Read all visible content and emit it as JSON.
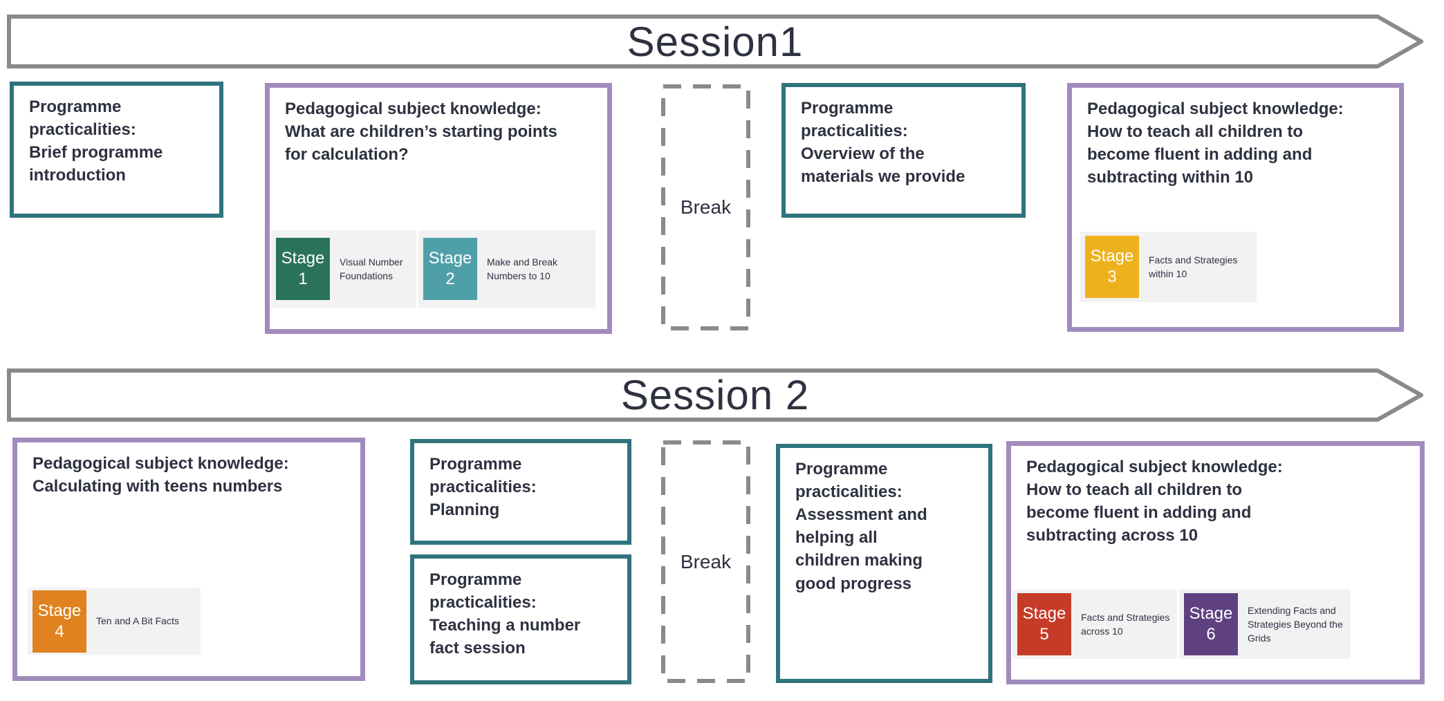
{
  "colors": {
    "background": "#ffffff",
    "text": "#2e3140",
    "banner_border": "#8a8a8a",
    "break_border": "#8a8a8a",
    "teal_border": "#2f747c",
    "purple_border": "#a18bbd",
    "chip_background": "#f2f2f3",
    "stage_text": "#ffffff"
  },
  "banners": {
    "session1": "Session1",
    "session2": "Session 2"
  },
  "break_label": "Break",
  "stage_word": "Stage",
  "stages": {
    "s1": {
      "number": "1",
      "name": "Visual Number Foundations",
      "color": "#2a7258"
    },
    "s2": {
      "number": "2",
      "name": "Make and Break Numbers to 10",
      "color": "#4f9fa8"
    },
    "s3": {
      "number": "3",
      "name": "Facts and Strategies within 10",
      "color": "#eeb11e"
    },
    "s4": {
      "number": "4",
      "name": "Ten and A Bit Facts",
      "color": "#e0821f"
    },
    "s5": {
      "number": "5",
      "name": "Facts and Strategies across 10",
      "color": "#c63b27"
    },
    "s6": {
      "number": "6",
      "name": "Extending Facts and Strategies Beyond the Grids",
      "color": "#5f4180"
    }
  },
  "row1": {
    "intro": {
      "category": "Programme practicalities:",
      "topic": "Brief programme introduction"
    },
    "starting_points": {
      "category": "Pedagogical subject knowledge:",
      "topic": "What are children’s starting points for calculation?"
    },
    "materials": {
      "category": "Programme practicalities:",
      "topic": "Overview of the materials we provide"
    },
    "within10": {
      "category": "Pedagogical subject knowledge:",
      "topic": "How to teach all children to become fluent in adding and subtracting within 10"
    }
  },
  "row2": {
    "teens": {
      "category": "Pedagogical subject knowledge:",
      "topic": "Calculating with teens numbers"
    },
    "planning": {
      "category": "Programme practicalities:",
      "topic": "Planning"
    },
    "fact_session": {
      "category": "Programme practicalities:",
      "topic": "Teaching a number fact session"
    },
    "assessment": {
      "category": "Programme practicalities:",
      "topic": "Assessment and helping all children making good progress"
    },
    "across10": {
      "category": "Pedagogical subject knowledge:",
      "topic": "How to teach all children to become fluent in adding and subtracting across 10"
    }
  }
}
